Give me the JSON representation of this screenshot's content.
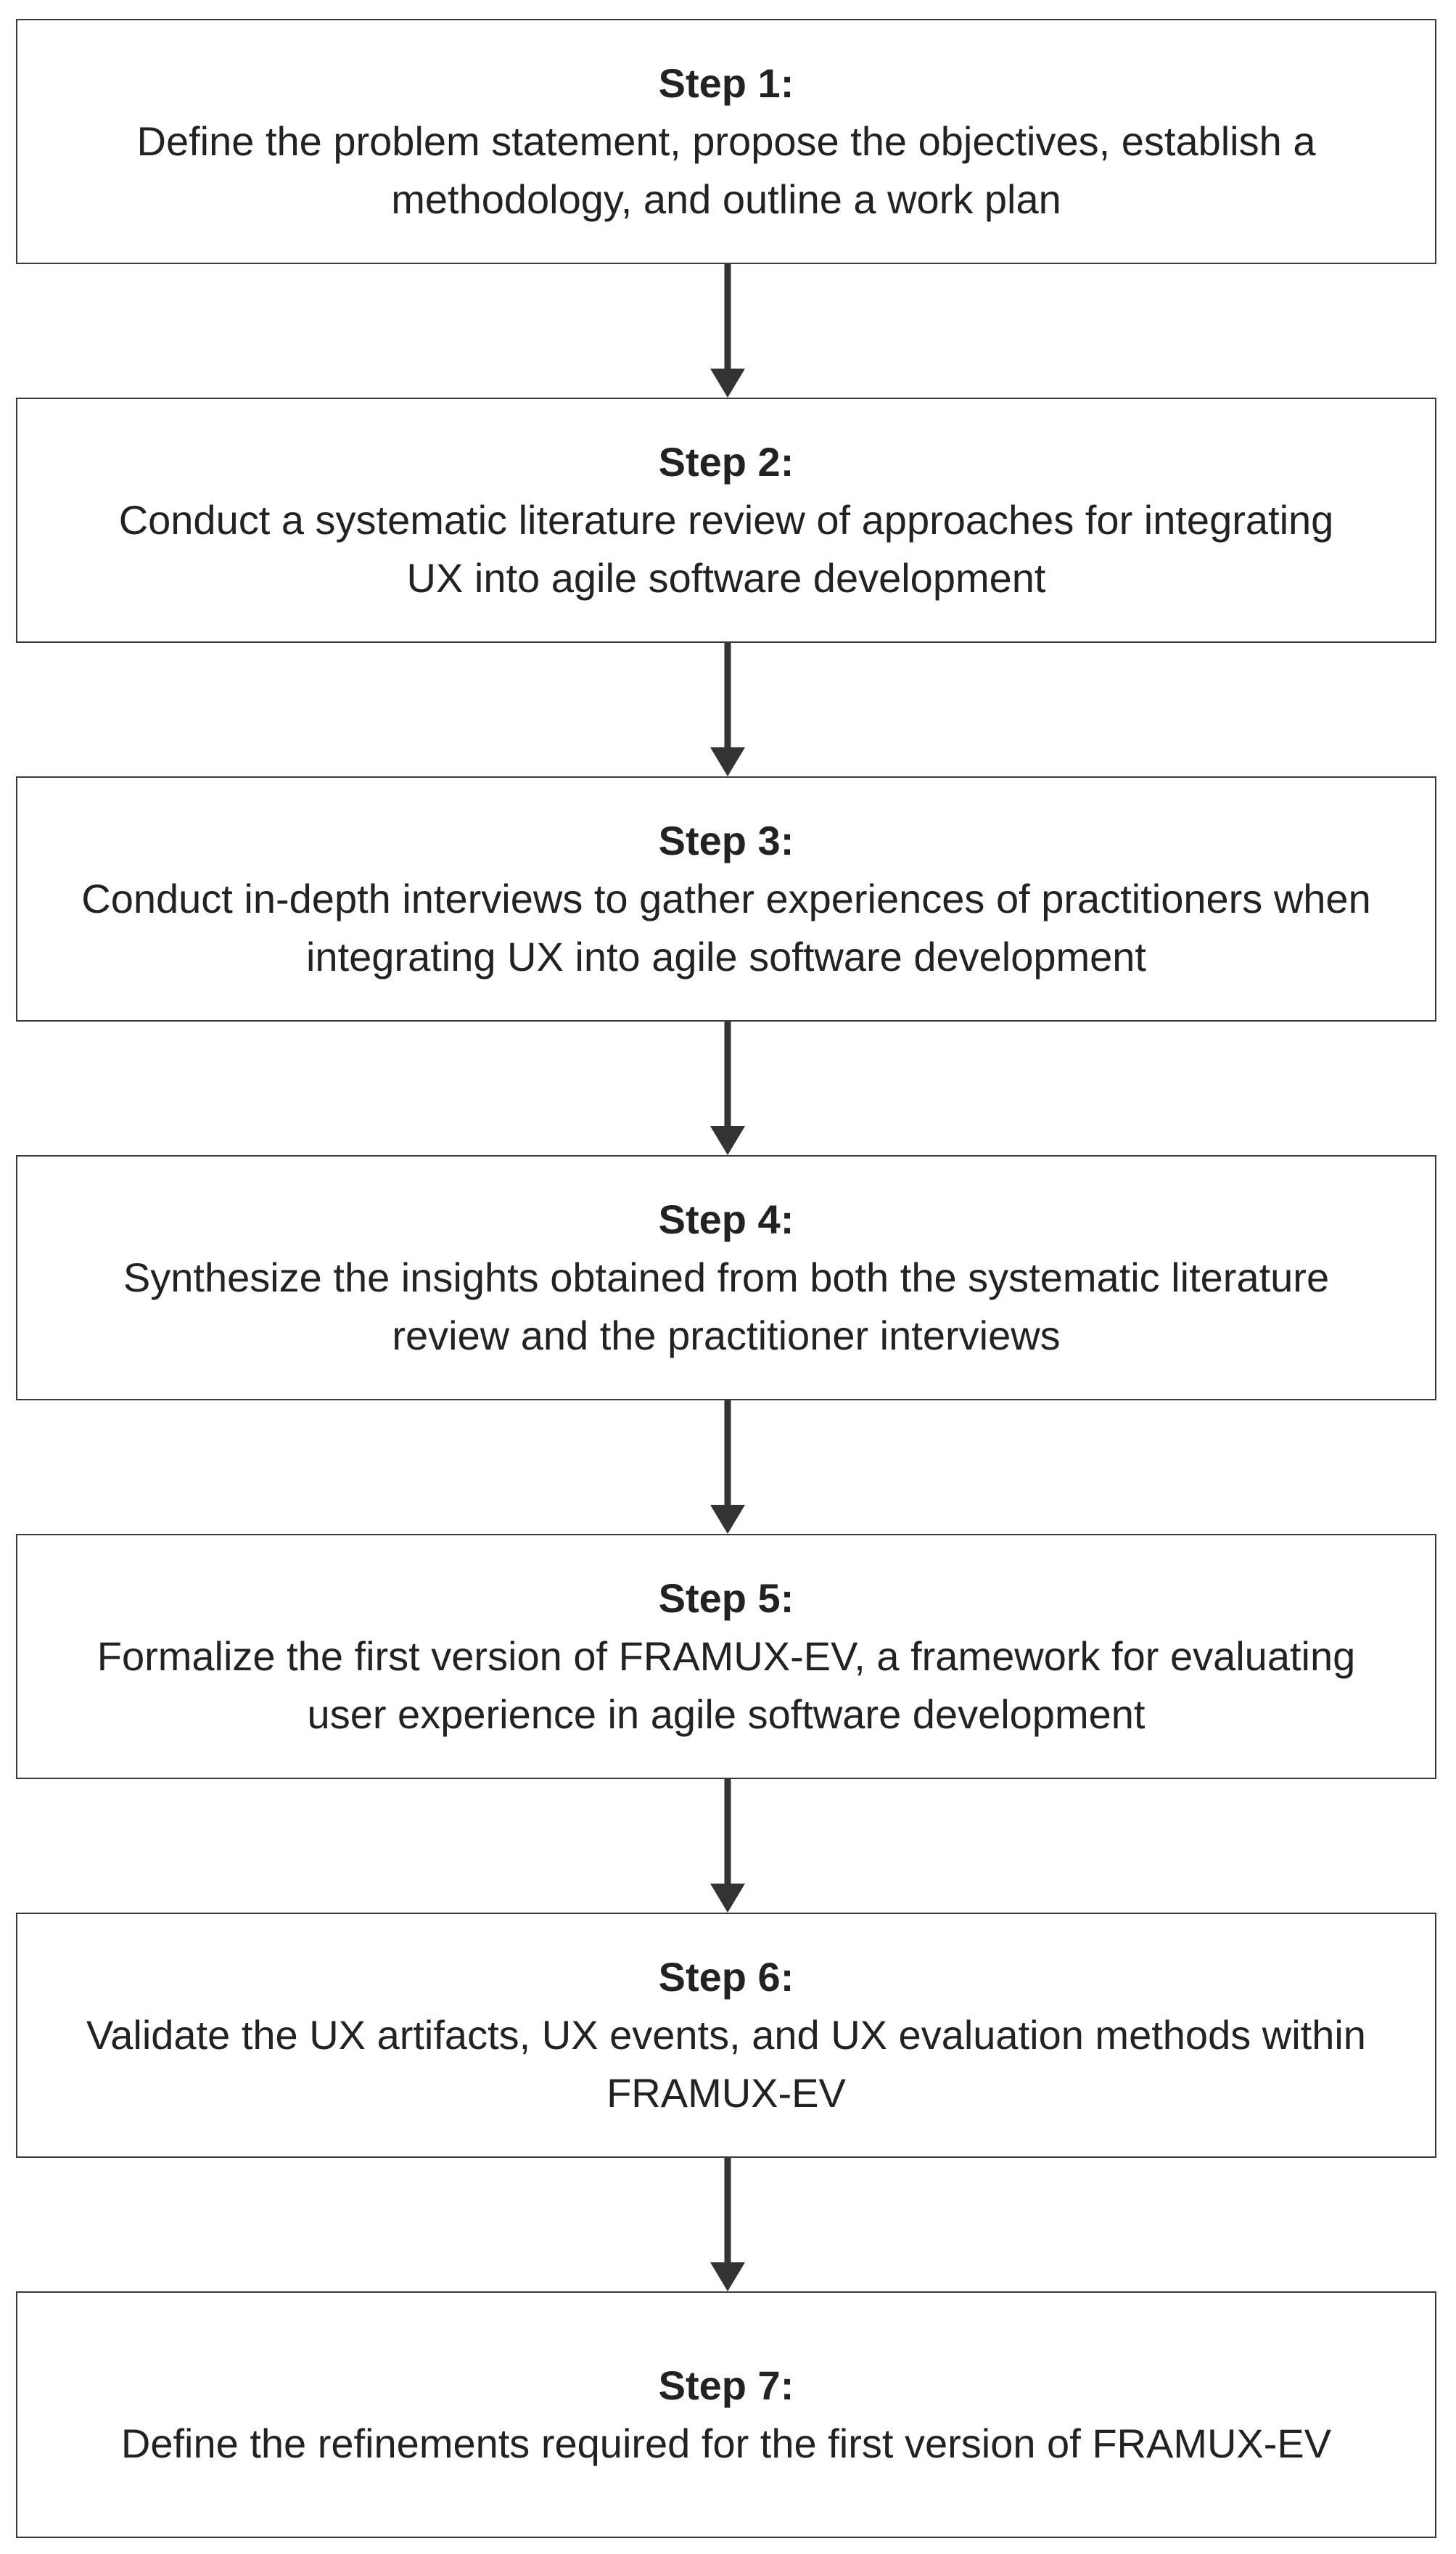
{
  "steps": [
    {
      "title": "Step 1:",
      "description": "Define the problem statement, propose the objectives, establish a methodology, and outline a work plan"
    },
    {
      "title": "Step 2:",
      "description": "Conduct a systematic literature review of approaches for integrating UX into agile software development"
    },
    {
      "title": "Step 3:",
      "description": "Conduct in-depth interviews to gather experiences of practitioners when integrating UX into agile software development"
    },
    {
      "title": "Step 4:",
      "description": "Synthesize the insights obtained from both the systematic literature review and the practitioner interviews"
    },
    {
      "title": "Step 5:",
      "description": "Formalize the first version of FRAMUX-EV, a framework for evaluating user experience in agile software development"
    },
    {
      "title": "Step 6:",
      "description": "Validate the UX artifacts, UX events, and UX evaluation methods within FRAMUX-EV"
    },
    {
      "title": "Step 7:",
      "description": "Define the refinements required for the first version of FRAMUX-EV"
    }
  ],
  "colors": {
    "border": "#3a3a3a",
    "arrow": "#333333",
    "text": "#222222"
  }
}
